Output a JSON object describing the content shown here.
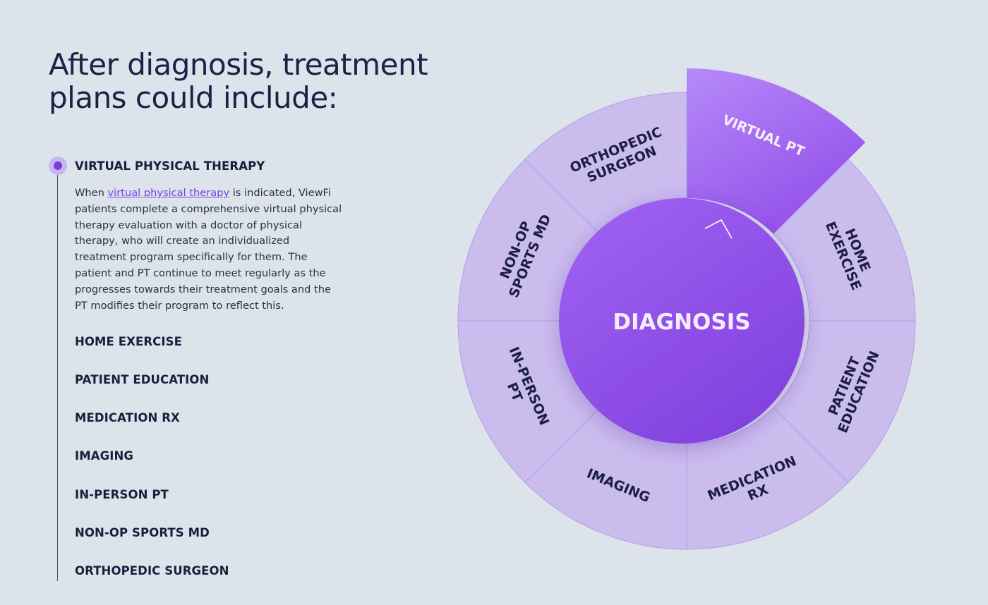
{
  "heading": "After diagnosis, treatment plans could include:",
  "active": {
    "title": "VIRTUAL PHYSICAL THERAPY",
    "desc_before": "When ",
    "link_text": "virtual physical therapy",
    "desc_after": " is indicated, ViewFi patients complete a comprehensive virtual physical therapy evaluation with a doctor of physical therapy, who will create an individualized treatment program specifically for them. The patient and PT continue to meet regularly as the progresses towards their treatment goals and the PT modifies their program to reflect this."
  },
  "list": [
    "HOME EXERCISE",
    "PATIENT EDUCATION",
    "MEDICATION RX",
    "IMAGING",
    "IN-PERSON PT",
    "NON-OP SPORTS MD",
    "ORTHOPEDIC SURGEON"
  ],
  "wheel": {
    "center_label": "DIAGNOSIS",
    "segments": [
      {
        "lines": [
          "VIRTUAL PT"
        ],
        "active": true
      },
      {
        "lines": [
          "HOME",
          "EXERCISE"
        ],
        "active": false
      },
      {
        "lines": [
          "PATIENT",
          "EDUCATION"
        ],
        "active": false
      },
      {
        "lines": [
          "MEDICATION",
          "RX"
        ],
        "active": false
      },
      {
        "lines": [
          "IMAGING"
        ],
        "active": false
      },
      {
        "lines": [
          "IN-PERSON",
          "PT"
        ],
        "active": false
      },
      {
        "lines": [
          "NON-OP",
          "SPORTS MD"
        ],
        "active": false
      },
      {
        "lines": [
          "ORTHOPEDIC",
          "SURGEON"
        ],
        "active": false
      }
    ]
  },
  "colors": {
    "background": "#dde3ea",
    "accent": "#7c3ddb",
    "segment": "#cbbcee",
    "segment_active": "#a46cf0",
    "text_dark": "#1a1f3d"
  }
}
